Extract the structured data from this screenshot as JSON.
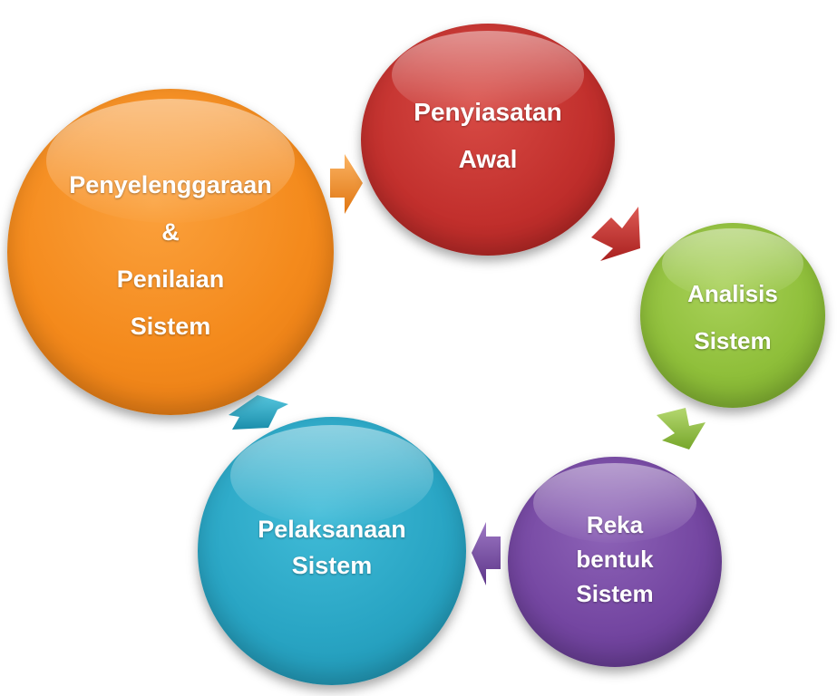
{
  "diagram": {
    "stages": [
      {
        "lines": [
          "Penyiasatan",
          "Awal"
        ],
        "color": "#c2302d"
      },
      {
        "lines": [
          "Analisis",
          "Sistem"
        ],
        "color": "#8fbf3a"
      },
      {
        "lines": [
          "Reka",
          "bentuk",
          "Sistem"
        ],
        "color": "#7446a1"
      },
      {
        "lines": [
          "Pelaksanaan",
          "Sistem"
        ],
        "color": "#29a5c4"
      },
      {
        "lines": [
          "Penyelenggaraan",
          "&",
          "Penilaian",
          "Sistem"
        ],
        "color": "#f48a1c"
      }
    ]
  }
}
